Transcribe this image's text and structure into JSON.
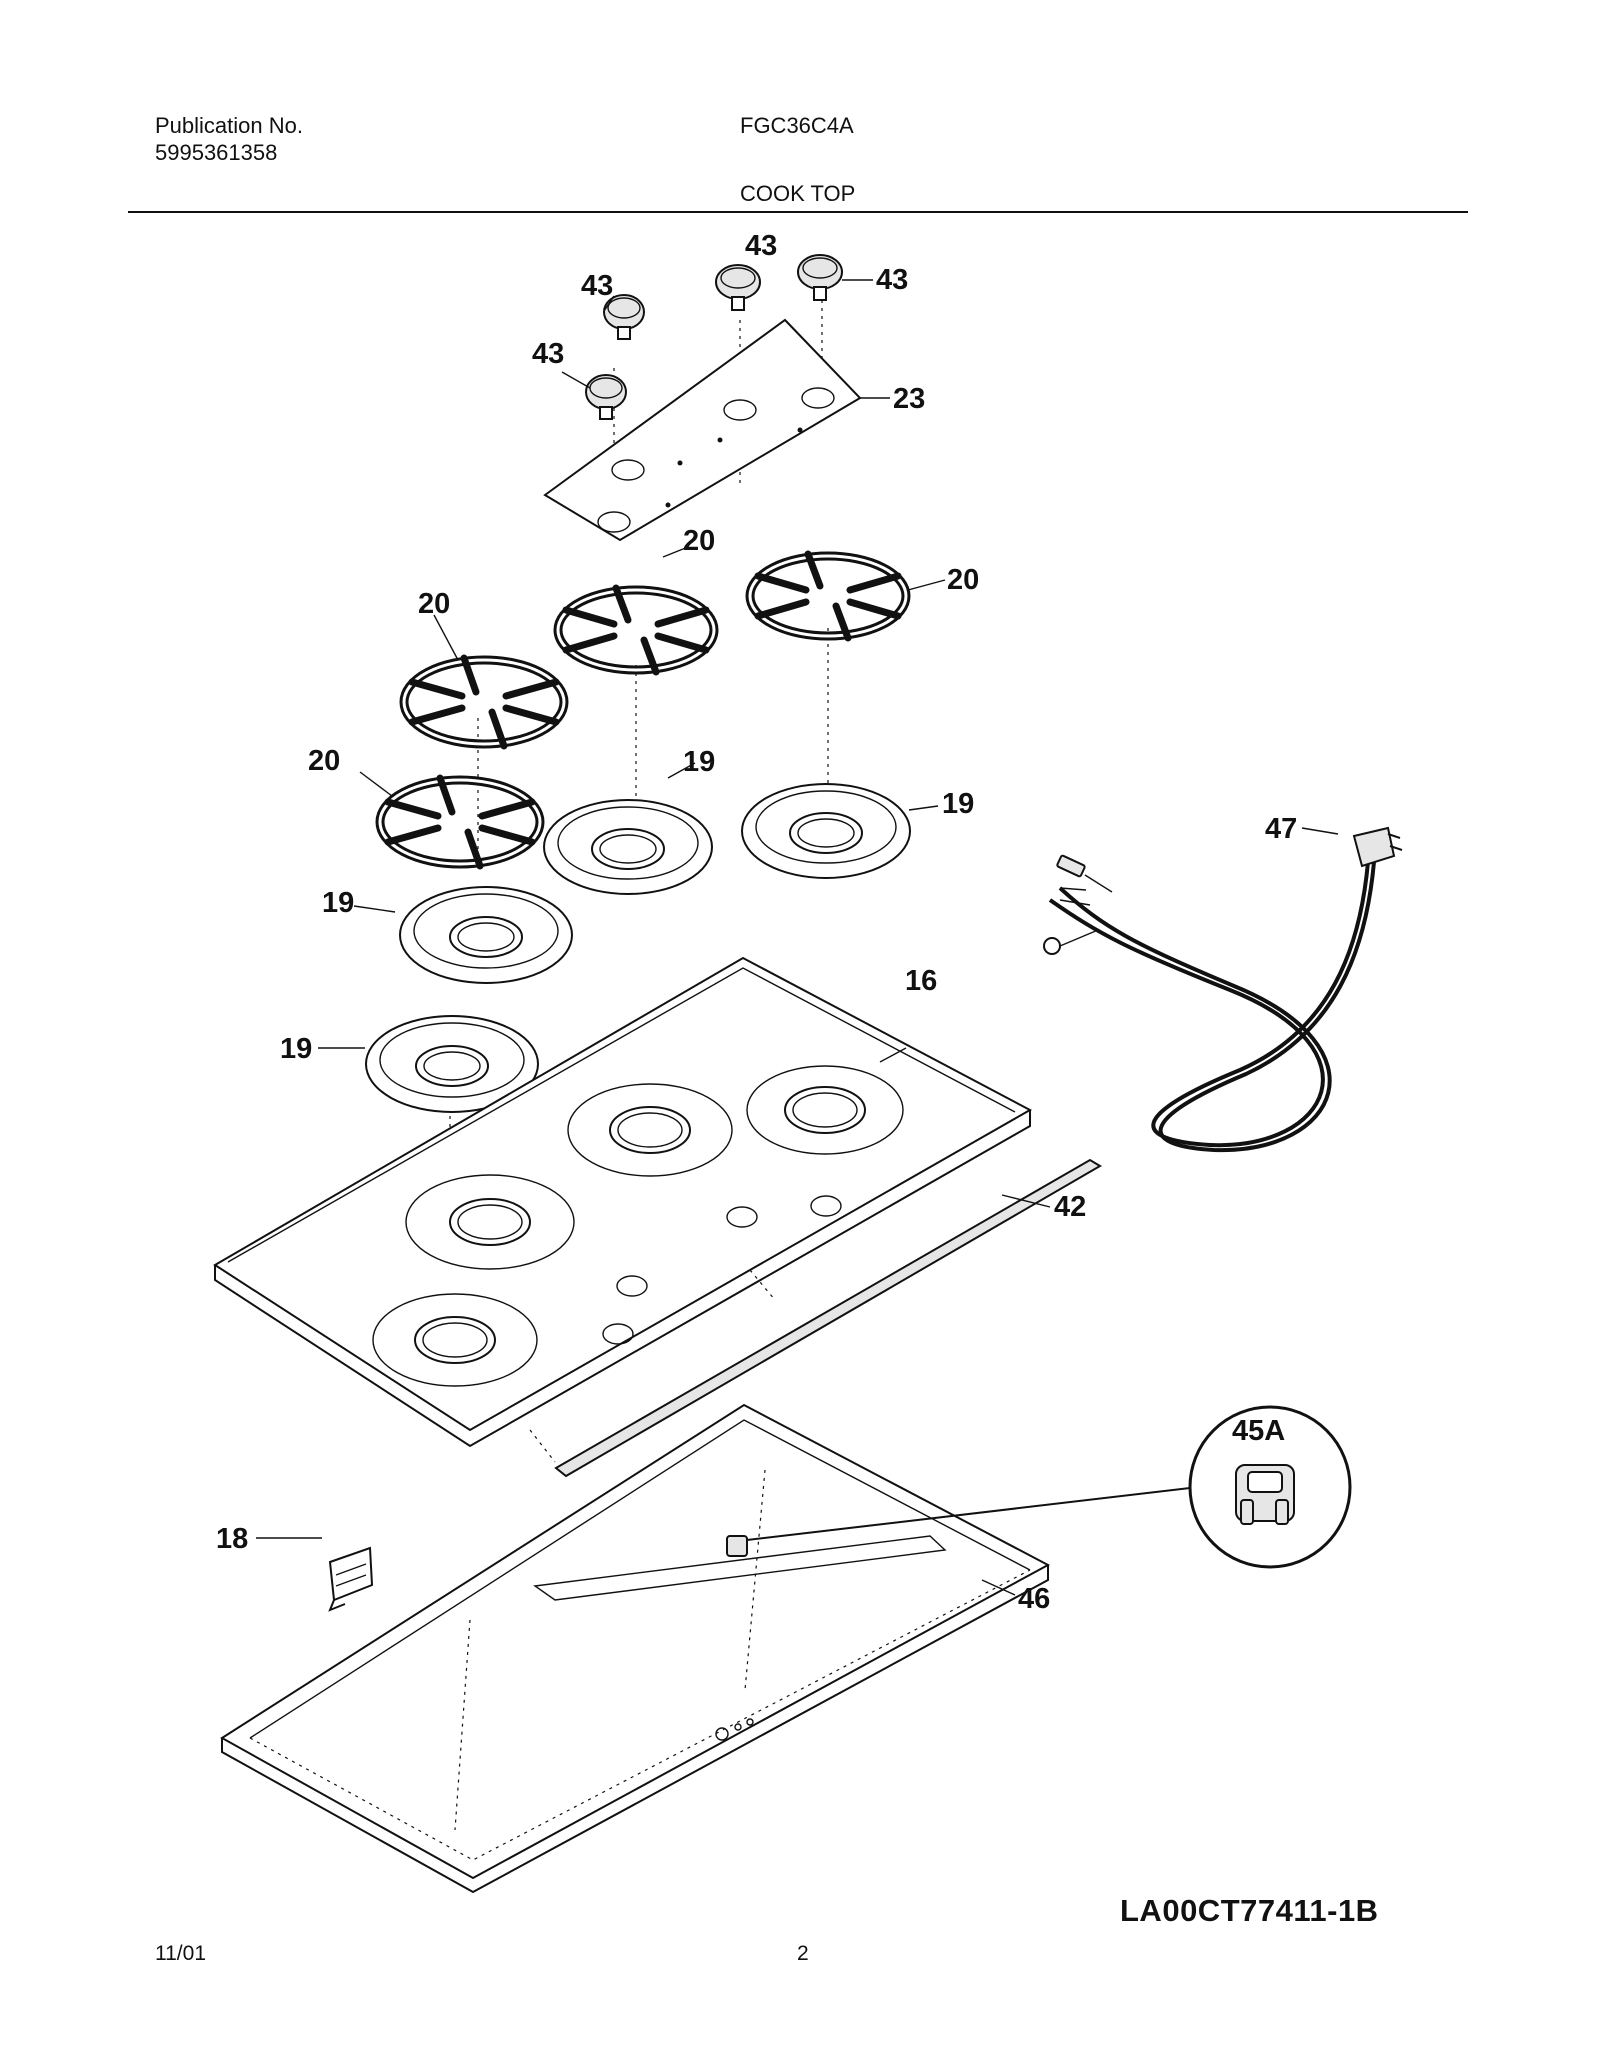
{
  "header": {
    "publication_label": "Publication No.",
    "publication_number": "5995361358",
    "model": "FGC36C4A",
    "section_title": "COOK TOP"
  },
  "callouts": {
    "knob": "43",
    "control_panel": "23",
    "grate": "20",
    "burner_bowl": "19",
    "cooktop_top": "16",
    "seal_strip": "42",
    "burner_box": "46",
    "bracket": "18",
    "power_cord": "47",
    "connector_detail": "45A"
  },
  "footer": {
    "drawing_number": "LA00CT77411-1B",
    "date": "11/01",
    "page_number": "2"
  }
}
